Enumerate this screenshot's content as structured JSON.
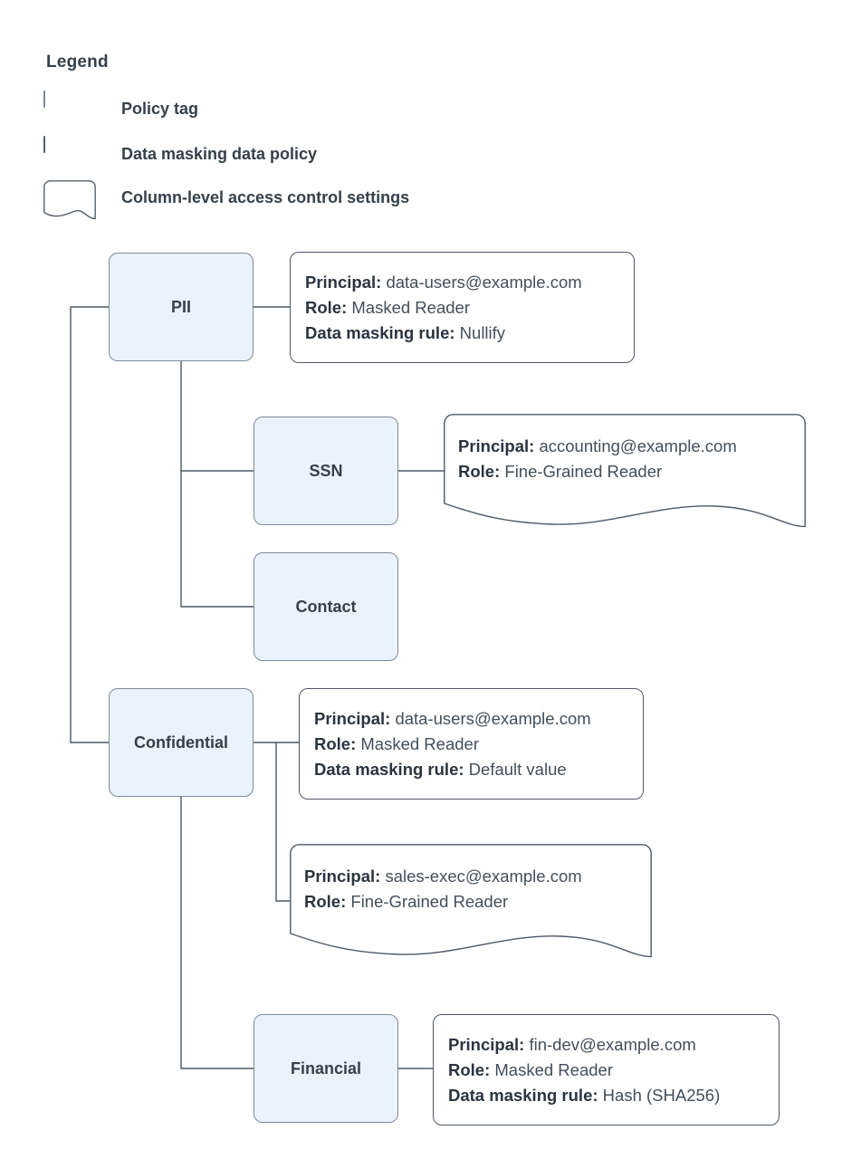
{
  "legend": {
    "title": "Legend",
    "items": [
      {
        "label": "Policy tag",
        "shape": "rounded-rect-filled"
      },
      {
        "label": "Data masking data policy",
        "shape": "rounded-rect"
      },
      {
        "label": "Column-level access control settings",
        "shape": "rounded-rect-wavy-bottom"
      }
    ]
  },
  "labels": {
    "principal": "Principal:",
    "role": "Role:",
    "masking_rule": "Data masking rule:"
  },
  "nodes": {
    "pii": "PII",
    "ssn": "SSN",
    "contact": "Contact",
    "confidential": "Confidential",
    "financial": "Financial"
  },
  "cards": {
    "pii_masking": {
      "principal": "data-users@example.com",
      "role": "Masked Reader",
      "masking_rule": "Nullify"
    },
    "ssn_acl": {
      "principal": "accounting@example.com",
      "role": "Fine-Grained Reader"
    },
    "confidential_masking": {
      "principal": "data-users@example.com",
      "role": "Masked Reader",
      "masking_rule": "Default value"
    },
    "confidential_acl": {
      "principal": "sales-exec@example.com",
      "role": "Fine-Grained Reader"
    },
    "financial_masking": {
      "principal": "fin-dev@example.com",
      "role": "Masked Reader",
      "masking_rule": "Hash (SHA256)"
    }
  },
  "colors": {
    "tag_fill": "#eaf2fd",
    "tag_border": "#7e8b9a",
    "card_border": "#4e5866",
    "text": "#36404a",
    "value_text": "#444e59",
    "connector": "#4e5866",
    "background": "#ffffff"
  }
}
